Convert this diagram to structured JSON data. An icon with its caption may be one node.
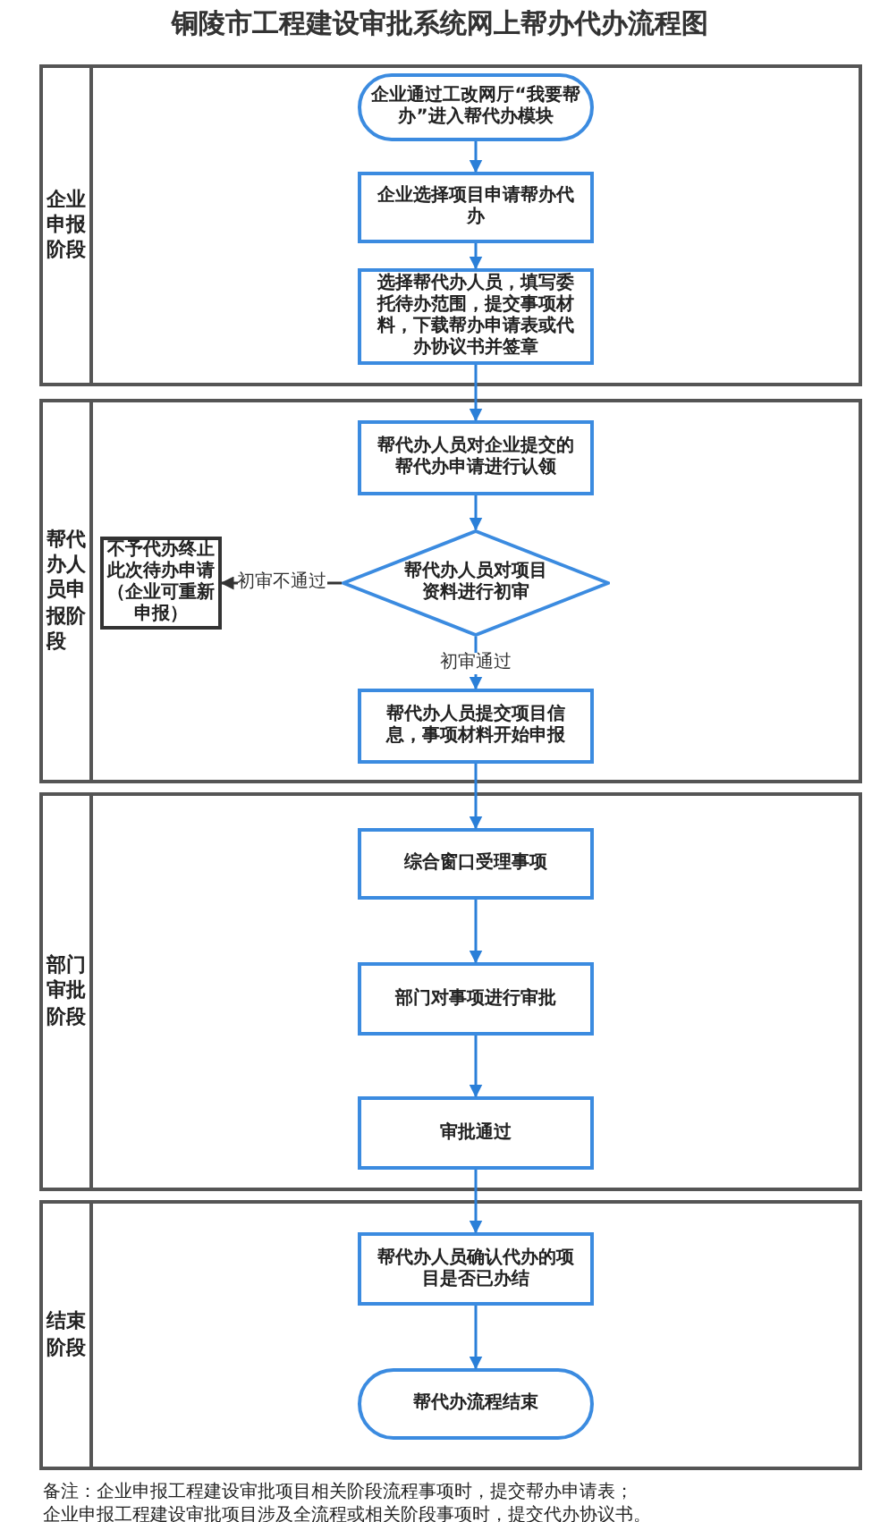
{
  "diagram": {
    "title": "铜陵市工程建设审批系统网上帮办代办流程图",
    "nodes": [
      {
        "text": [
          "企业申报阶段"
        ]
      },
      {
        "text": [
          "企业通过工改网厅“我要帮办”进入帮代办模块"
        ],
        "in": 0
      },
      {
        "text": [
          "企业选择项目申请帮办代办"
        ],
        "in": 0
      },
      {
        "text": [
          "选择帮代办人员，填写委托待办范围，提交事项材料，下载帮办申请表或代办协议书并签章"
        ],
        "in": 0
      },
      {
        "text": [
          "帮代办人员申报阶段"
        ]
      },
      {
        "text": [
          "帮代办人员对企业提交的帮代办申请进行认领"
        ],
        "in": 4
      },
      {
        "text": [
          "帮代办人员对项目资料进行初审"
        ],
        "in": 4
      },
      {
        "text": [
          "不予代办终止此次待办申请（企业可重新申报）"
        ],
        "in": 4
      },
      {
        "text": [
          "帮代办人员提交项目信息，事项材料开始申报"
        ],
        "in": 4
      },
      {
        "text": [
          "部门审批阶段"
        ]
      },
      {
        "text": [
          "综合窗口受理事项"
        ],
        "in": 9
      },
      {
        "text": [
          "部门对事项进行审批"
        ],
        "in": 9
      },
      {
        "text": [
          "审批通过"
        ],
        "in": 9
      },
      {
        "text": [
          "结束阶段"
        ]
      },
      {
        "text": [
          "帮代办人员确认代办的项目是否已办结"
        ],
        "in": 13
      },
      {
        "text": [
          "帮代办流程结束"
        ],
        "in": 13
      }
    ],
    "edges": [
      {
        "from": 1,
        "to": 2,
        "arrow": "to"
      },
      {
        "from": 2,
        "to": 3,
        "arrow": "to"
      },
      {
        "from": 3,
        "to": 5,
        "arrow": "to"
      },
      {
        "from": 5,
        "to": 6,
        "arrow": "to"
      },
      {
        "from": 6,
        "to": 7,
        "arrow": "to",
        "label": "初审不通过",
        "color": "#333333"
      },
      {
        "from": 6,
        "to": 8,
        "arrow": "to",
        "label": "初审通过"
      },
      {
        "from": 8,
        "to": 10,
        "arrow": "to"
      },
      {
        "from": 10,
        "to": 11,
        "arrow": "to"
      },
      {
        "from": 11,
        "to": 12,
        "arrow": "to"
      },
      {
        "from": 12,
        "to": 14,
        "arrow": "to"
      },
      {
        "from": 14,
        "to": 15,
        "arrow": "to"
      }
    ],
    "labels": [
      "备注：企业申报工程建设审批项目相关阶段流程事项时，提交帮办申请表；",
      "企业申报工程建设审批项目涉及全流程或相关阶段事项时，提交代办协议书。"
    ]
  }
}
